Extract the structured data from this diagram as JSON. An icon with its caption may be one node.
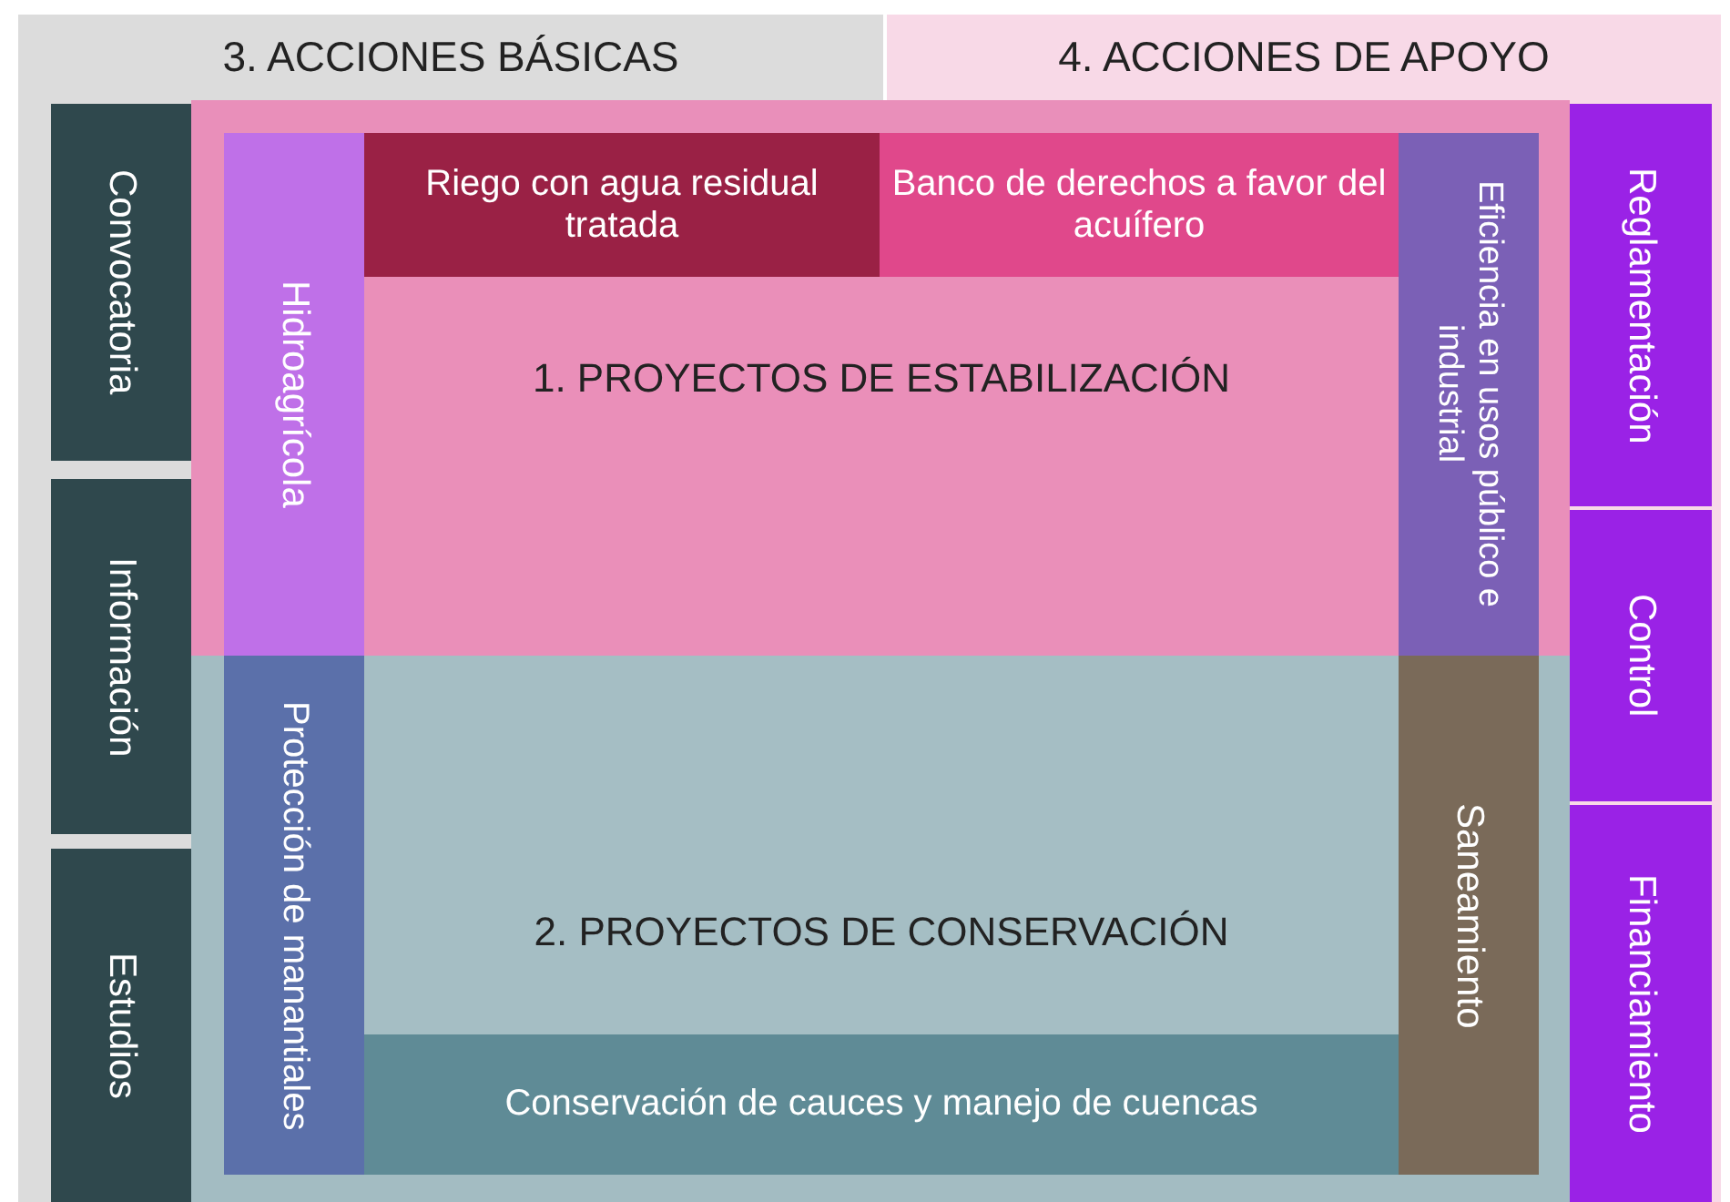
{
  "diagram": {
    "nodes": [
      {
        "text": [
          "3. ACCIONES BÁSICAS"
        ]
      },
      {
        "text": [
          "Convocatoria"
        ]
      },
      {
        "text": [
          "Información"
        ]
      },
      {
        "text": [
          "Estudios"
        ]
      },
      {
        "text": [
          "4. ACCIONES DE APOYO"
        ]
      },
      {
        "text": [
          "Reglamentación"
        ]
      },
      {
        "text": [
          "Control"
        ]
      },
      {
        "text": [
          "Financiamiento"
        ]
      },
      {
        "text": [
          "1. PROYECTOS DE ESTABILIZACIÓN"
        ]
      },
      {
        "text": [
          "Hidroagrícola"
        ]
      },
      {
        "text": [
          "Riego con agua residual tratada"
        ]
      },
      {
        "text": [
          "Banco de derechos a favor del acuífero"
        ]
      },
      {
        "text": [
          "Eficiencia en usos público e industrial"
        ]
      },
      {
        "text": [
          "2. PROYECTOS DE CONSERVACIÓN"
        ]
      },
      {
        "text": [
          "Protección de manantiales"
        ]
      },
      {
        "text": [
          "Conservación de cauces y manejo de cuencas"
        ]
      },
      {
        "text": [
          "Saneamiento"
        ]
      }
    ]
  }
}
